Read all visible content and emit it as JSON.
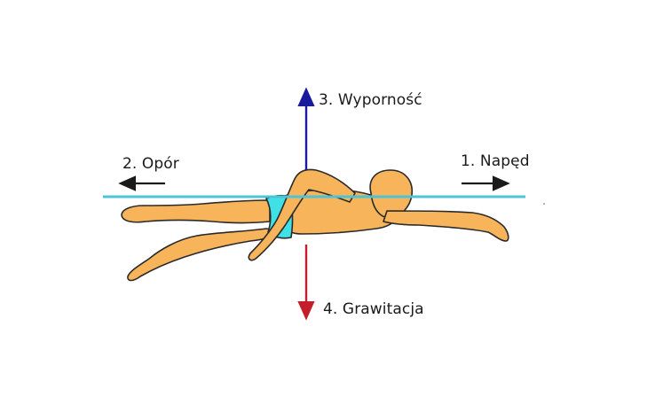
{
  "forces": {
    "propulsion": {
      "label": "1. Napęd",
      "color": "#1a1a1a"
    },
    "drag": {
      "label": "2. Opór",
      "color": "#1a1a1a"
    },
    "buoyancy": {
      "label": "3. Wyporność",
      "color": "#1a1a9c"
    },
    "gravity": {
      "label": "4. Grawitacja",
      "color": "#c41e2a"
    }
  },
  "colors": {
    "water_line": "#4fc3d6",
    "skin": "#f7b45a",
    "outline": "#2a2a2a",
    "swimsuit": "#3fe0e6"
  }
}
